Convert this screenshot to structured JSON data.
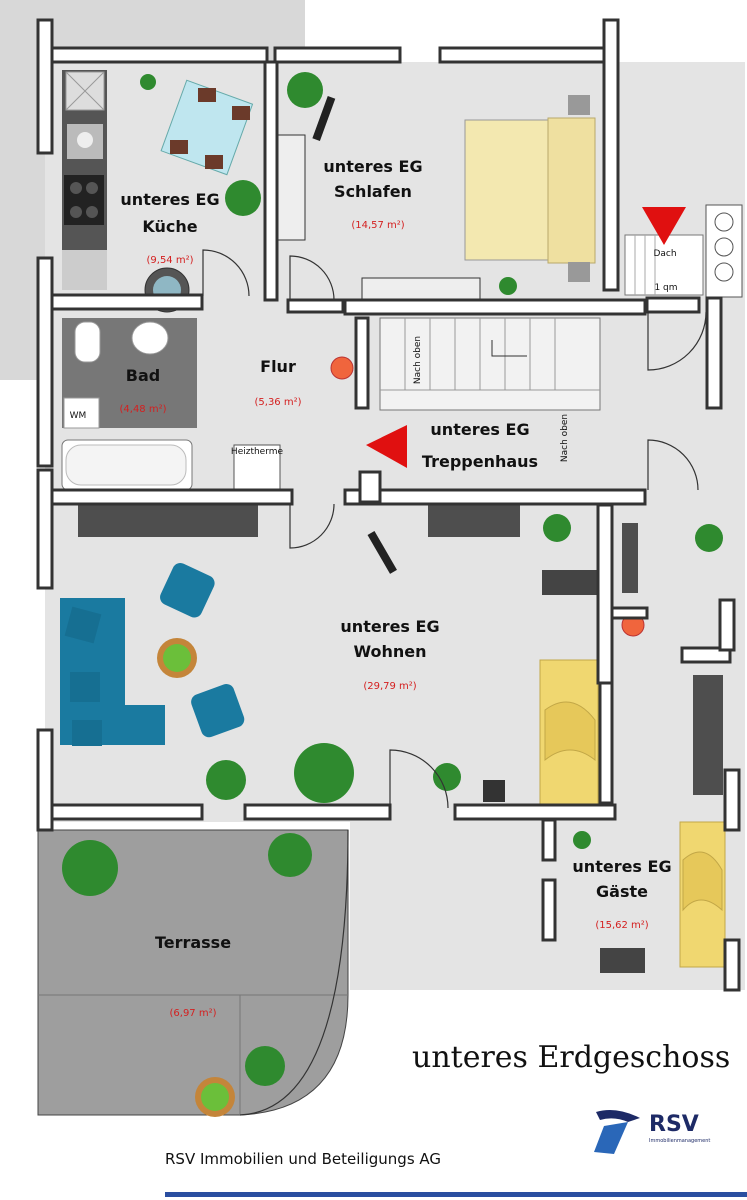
{
  "rooms": {
    "kueche": {
      "name_line1": "unteres EG",
      "name_line2": "Küche",
      "area": "(9,54 m²)"
    },
    "schlafen": {
      "name_line1": "unteres EG",
      "name_line2": "Schlafen",
      "area": "(14,57 m²)"
    },
    "flur": {
      "name": "Flur",
      "area": "(5,36 m²)"
    },
    "bad": {
      "name": "Bad",
      "area": "(4,48 m²)"
    },
    "treppenhaus": {
      "name_line1": "unteres EG",
      "name_line2": "Treppenhaus"
    },
    "wohnen": {
      "name_line1": "unteres EG",
      "name_line2": "Wohnen",
      "area": "(29,79 m²)"
    },
    "gaeste": {
      "name_line1": "unteres EG",
      "name_line2": "Gäste",
      "area": "(15,62 m²)"
    },
    "terrasse": {
      "name": "Terrasse",
      "area": "(6,97 m²)"
    },
    "dach": {
      "name": "Dach",
      "area": "1 qm"
    }
  },
  "fixtures": {
    "wm": "WM",
    "heiztherme": "Heiztherme",
    "nach_oben": "Nach oben"
  },
  "plan_title": "unteres Erdgeschoss",
  "company": "RSV Immobilien und Beteiligungs AG",
  "logo": {
    "text": "RSV",
    "sub": "Immobilienmanagement"
  },
  "footer_right": "RSV Immobilien",
  "colors": {
    "wall": "#3a3a3a",
    "floor": "#e0e0e0",
    "terrace": "#9e9e9e",
    "sofa": "#1a7aa0",
    "bed": "#f3e8b0",
    "guest_bed": "#f0d770",
    "marker": "#e01010",
    "logo_blue": "#1d2a66",
    "footer_line": "#2a4ea0"
  }
}
